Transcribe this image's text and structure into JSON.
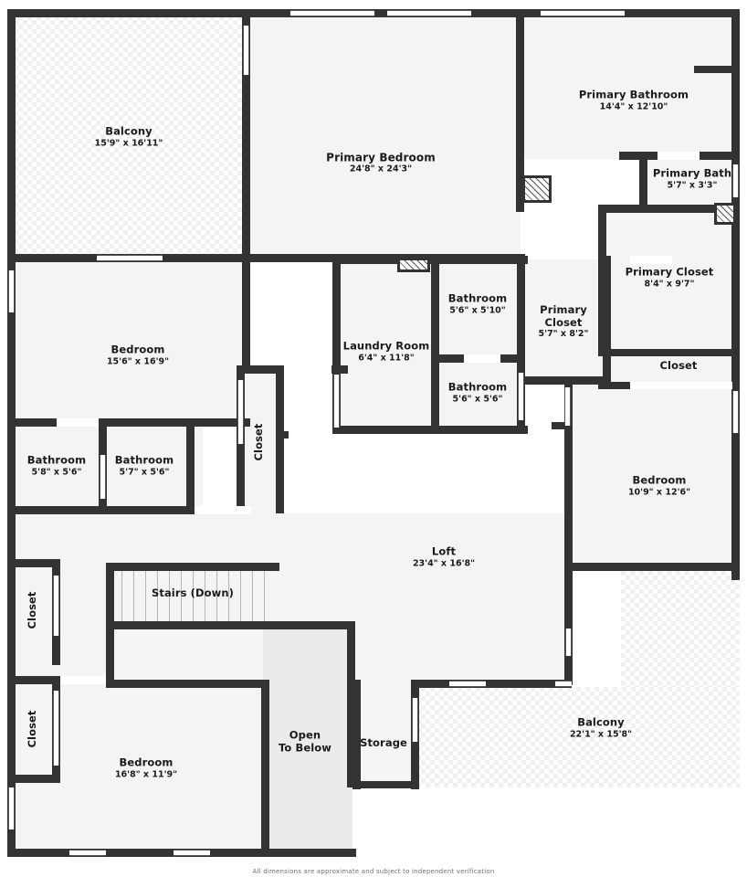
{
  "plan": {
    "footer_note": "All dimensions are approximate and subject to independent verification",
    "colors": {
      "wall": "#333333",
      "room_fill": "#f4f4f4",
      "open_below_fill": "#ebebeb",
      "balcony_pattern": "#f0f0f0",
      "background": "#ffffff",
      "label_text": "#1b1b1b",
      "footer_text": "#707070"
    },
    "rooms": [
      {
        "id": "balcony_top_left",
        "name": "Balcony",
        "dimensions": "15'9\" x 16'11\""
      },
      {
        "id": "primary_bedroom",
        "name": "Primary Bedroom",
        "dimensions": "24'8\" x 24'3\""
      },
      {
        "id": "primary_bathroom",
        "name": "Primary Bathroom",
        "dimensions": "14'4\" x 12'10\""
      },
      {
        "id": "primary_bath",
        "name": "Primary Bath",
        "dimensions": "5'7\" x 3'3\""
      },
      {
        "id": "primary_closet_right",
        "name": "Primary Closet",
        "dimensions": "8'4\" x 9'7\""
      },
      {
        "id": "closet_right",
        "name": "Closet",
        "dimensions": ""
      },
      {
        "id": "bedroom_left",
        "name": "Bedroom",
        "dimensions": "15'6\" x 16'9\""
      },
      {
        "id": "bathroom_left_a",
        "name": "Bathroom",
        "dimensions": "5'8\" x 5'6\""
      },
      {
        "id": "bathroom_left_b",
        "name": "Bathroom",
        "dimensions": "5'7\" x 5'6\""
      },
      {
        "id": "closet_mid",
        "name": "Closet",
        "dimensions": ""
      },
      {
        "id": "laundry_room",
        "name": "Laundry Room",
        "dimensions": "6'4\" x 11'8\""
      },
      {
        "id": "bathroom_mid_top",
        "name": "Bathroom",
        "dimensions": "5'6\" x 5'10\""
      },
      {
        "id": "bathroom_mid_bottom",
        "name": "Bathroom",
        "dimensions": "5'6\" x 5'6\""
      },
      {
        "id": "primary_closet_mid",
        "name": "Primary Closet",
        "dimensions": "5'7\" x 8'2\""
      },
      {
        "id": "bedroom_right",
        "name": "Bedroom",
        "dimensions": "10'9\" x 12'6\""
      },
      {
        "id": "loft",
        "name": "Loft",
        "dimensions": "23'4\" x 16'8\""
      },
      {
        "id": "stairs",
        "name": "Stairs (Down)",
        "dimensions": ""
      },
      {
        "id": "closet_bottom_a",
        "name": "Closet",
        "dimensions": ""
      },
      {
        "id": "closet_bottom_b",
        "name": "Closet",
        "dimensions": ""
      },
      {
        "id": "bedroom_bottom",
        "name": "Bedroom",
        "dimensions": "16'8\" x 11'9\""
      },
      {
        "id": "open_to_below",
        "name": "Open\nTo Below",
        "dimensions": ""
      },
      {
        "id": "open_to_below_l1",
        "name": "Open",
        "dimensions": ""
      },
      {
        "id": "open_to_below_l2",
        "name": "To Below",
        "dimensions": ""
      },
      {
        "id": "storage",
        "name": "Storage",
        "dimensions": ""
      },
      {
        "id": "balcony_bottom_right",
        "name": "Balcony",
        "dimensions": "22'1\" x 15'8\""
      }
    ]
  }
}
